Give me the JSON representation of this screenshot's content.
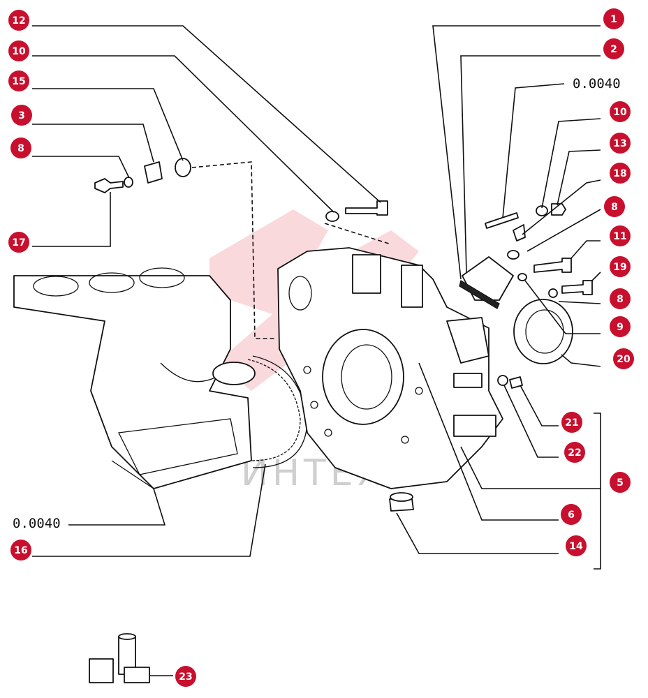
{
  "watermark": {
    "text": "ИНТЕХ",
    "color": "#f4b9bf"
  },
  "code_labels": {
    "top_right": "0.0040",
    "left": "0.0040"
  },
  "accent_color": "#c8102e",
  "callouts": {
    "c1": "1",
    "c2": "2",
    "c10a": "10",
    "c13": "13",
    "c18": "18",
    "c8a": "8",
    "c11": "11",
    "c19": "19",
    "c8b": "8",
    "c9": "9",
    "c20": "20",
    "c21": "21",
    "c22": "22",
    "c5": "5",
    "c6": "6",
    "c14": "14",
    "c12": "12",
    "c10b": "10",
    "c15": "15",
    "c3": "3",
    "c8c": "8",
    "c17": "17",
    "c16": "16",
    "c23": "23"
  }
}
